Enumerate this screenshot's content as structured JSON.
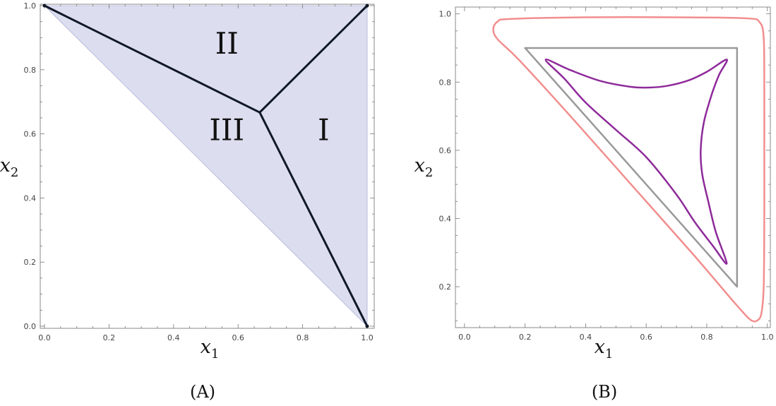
{
  "chart_data": [
    {
      "type": "line",
      "caption": "(A)",
      "xlabel": "x",
      "xlabel_sub": "1",
      "ylabel": "x",
      "ylabel_sub": "2",
      "xlim": [
        0,
        1
      ],
      "ylim": [
        0,
        1
      ],
      "xticks": [
        0.0,
        0.2,
        0.4,
        0.6,
        0.8,
        1.0
      ],
      "yticks": [
        0.0,
        0.2,
        0.4,
        0.6,
        0.8,
        1.0
      ],
      "tick_labels_x": [
        "0.0",
        "0.2",
        "0.4",
        "0.6",
        "0.8",
        "1.0"
      ],
      "tick_labels_y": [
        "0.0",
        "0.2",
        "0.4",
        "0.6",
        "0.8",
        "1.0"
      ],
      "grid": false,
      "shaded_region": {
        "color": "#dcdef0",
        "points": [
          [
            0,
            1
          ],
          [
            1,
            1
          ],
          [
            1,
            0
          ]
        ]
      },
      "series": [
        {
          "color": "#101828",
          "points": [
            [
              0,
              1
            ],
            [
              0.667,
              0.667
            ]
          ]
        },
        {
          "color": "#101828",
          "points": [
            [
              1,
              1
            ],
            [
              0.667,
              0.667
            ]
          ]
        },
        {
          "color": "#101828",
          "points": [
            [
              1,
              0
            ],
            [
              0.667,
              0.667
            ]
          ]
        }
      ],
      "annotations": [
        {
          "text": "II",
          "x": 0.565,
          "y": 0.85
        },
        {
          "text": "III",
          "x": 0.565,
          "y": 0.58
        },
        {
          "text": "I",
          "x": 0.865,
          "y": 0.58
        }
      ]
    },
    {
      "type": "line",
      "caption": "(B)",
      "xlabel": "x",
      "xlabel_sub": "1",
      "ylabel": "x",
      "ylabel_sub": "2",
      "xlim": [
        -0.03,
        1.01
      ],
      "ylim": [
        0.08,
        1.02
      ],
      "xticks": [
        0.0,
        0.2,
        0.4,
        0.6,
        0.8,
        1.0
      ],
      "yticks": [
        0.2,
        0.4,
        0.6,
        0.8,
        1.0
      ],
      "tick_labels_x": [
        "0.0",
        "0.2",
        "0.4",
        "0.6",
        "0.8",
        "1.0"
      ],
      "tick_labels_y": [
        "0.2",
        "0.4",
        "0.6",
        "0.8",
        "1.0"
      ],
      "grid": false,
      "series": [
        {
          "color": "#f28e8e",
          "closed": true,
          "points": [
            [
              0.15,
              0.985
            ],
            [
              0.4,
              0.99
            ],
            [
              0.7,
              0.99
            ],
            [
              0.93,
              0.987
            ],
            [
              0.975,
              0.975
            ],
            [
              0.988,
              0.93
            ],
            [
              0.99,
              0.8
            ],
            [
              0.99,
              0.6
            ],
            [
              0.99,
              0.4
            ],
            [
              0.988,
              0.2
            ],
            [
              0.98,
              0.12
            ],
            [
              0.965,
              0.1
            ],
            [
              0.95,
              0.1
            ],
            [
              0.93,
              0.115
            ],
            [
              0.88,
              0.165
            ],
            [
              0.75,
              0.3
            ],
            [
              0.55,
              0.5
            ],
            [
              0.35,
              0.7
            ],
            [
              0.18,
              0.865
            ],
            [
              0.11,
              0.925
            ],
            [
              0.095,
              0.955
            ],
            [
              0.11,
              0.978
            ]
          ]
        },
        {
          "color": "#999999",
          "closed": true,
          "points": [
            [
              0.2,
              0.9
            ],
            [
              0.9,
              0.9
            ],
            [
              0.9,
              0.2
            ]
          ]
        },
        {
          "color": "#8e2a9a",
          "closed": true,
          "points": [
            [
              0.268,
              0.866
            ],
            [
              0.35,
              0.835
            ],
            [
              0.45,
              0.803
            ],
            [
              0.55,
              0.786
            ],
            [
              0.61,
              0.784
            ],
            [
              0.67,
              0.789
            ],
            [
              0.74,
              0.805
            ],
            [
              0.8,
              0.83
            ],
            [
              0.866,
              0.866
            ],
            [
              0.84,
              0.82
            ],
            [
              0.815,
              0.76
            ],
            [
              0.79,
              0.68
            ],
            [
              0.78,
              0.6
            ],
            [
              0.785,
              0.53
            ],
            [
              0.805,
              0.45
            ],
            [
              0.83,
              0.36
            ],
            [
              0.866,
              0.268
            ],
            [
              0.82,
              0.32
            ],
            [
              0.76,
              0.39
            ],
            [
              0.7,
              0.47
            ],
            [
              0.6,
              0.58
            ],
            [
              0.5,
              0.66
            ],
            [
              0.4,
              0.74
            ],
            [
              0.33,
              0.81
            ]
          ]
        }
      ]
    }
  ]
}
